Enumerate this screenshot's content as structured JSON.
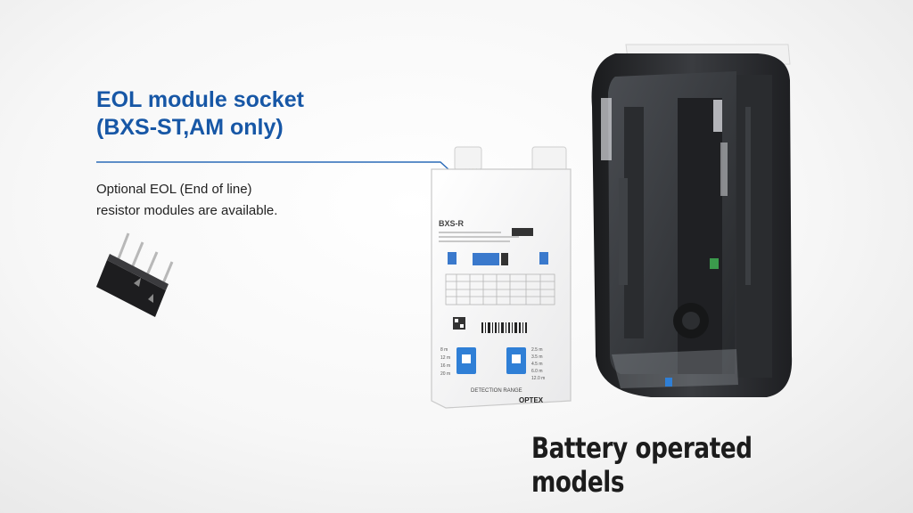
{
  "callout": {
    "title_line1": "EOL module socket",
    "title_line2": "(BXS-ST,AM only)",
    "desc_line1": "Optional EOL (End of line)",
    "desc_line2": "resistor modules are available."
  },
  "headline": "Battery operated models",
  "unit": {
    "model_label": "BXS-R",
    "detection_label": "DETECTION RANGE",
    "brand": "OPTEX",
    "range_left": [
      "8 m",
      "12 m",
      "16 m",
      "20 m"
    ],
    "range_right": [
      "2.5 m",
      "3.5 m",
      "4.5 m",
      "6.0 m",
      "12.0 m"
    ]
  },
  "colors": {
    "title_blue": "#1757a6",
    "leader_blue": "#2a6ab8",
    "housing_dark": "#2b2d30",
    "switch_blue": "#2f7fd6"
  },
  "icons": {
    "resistor": "eol-resistor-module-icon",
    "housing": "sensor-housing-icon"
  }
}
